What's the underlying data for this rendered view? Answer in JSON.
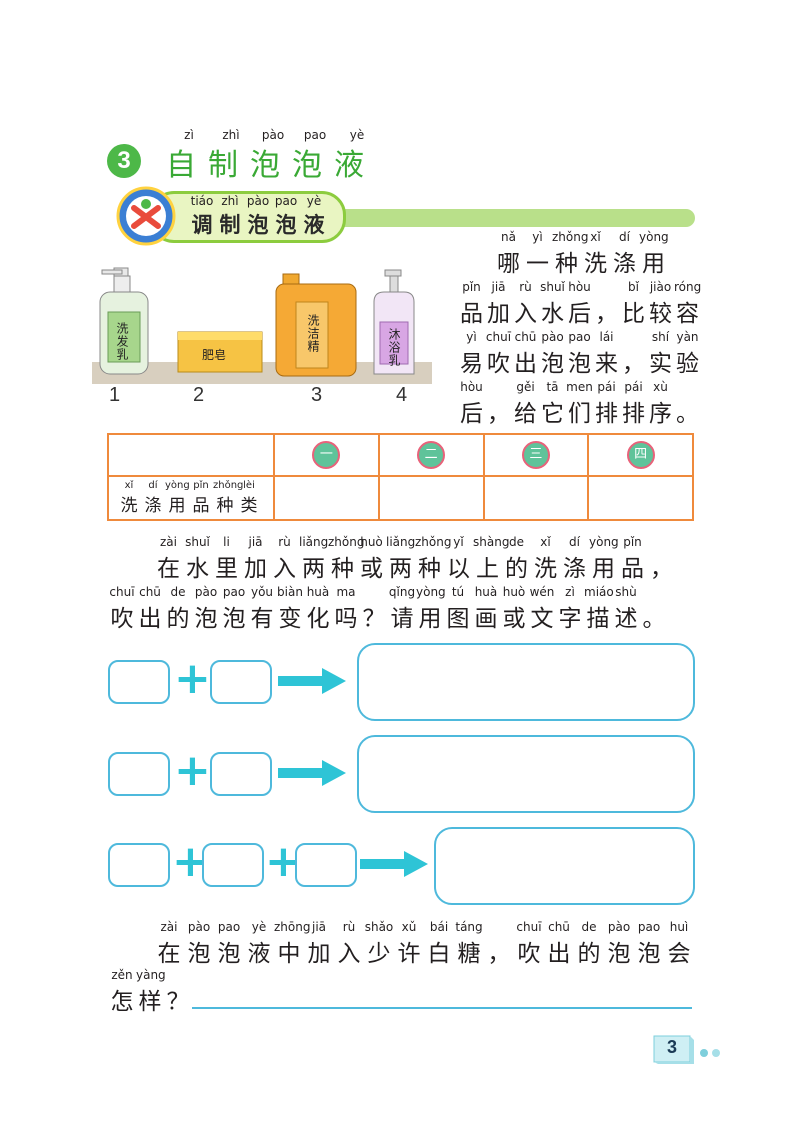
{
  "section": {
    "number": "3",
    "title_pinyin": [
      "zì",
      "zhì",
      "pào",
      "pao",
      "yè"
    ],
    "title_chars": [
      "自",
      "制",
      "泡",
      "泡",
      "液"
    ]
  },
  "activity": {
    "pinyin": [
      "tiáo",
      "zhì",
      "pào",
      "pao",
      "yè"
    ],
    "chars": [
      "调",
      "制",
      "泡",
      "泡",
      "液"
    ]
  },
  "products": [
    {
      "number": "1",
      "label": "洗发乳"
    },
    {
      "number": "2",
      "label": "肥皂"
    },
    {
      "number": "3",
      "label": "洗洁精"
    },
    {
      "number": "4",
      "label": "沐浴乳"
    }
  ],
  "question1": [
    {
      "pinyin": [
        "nǎ",
        "yì",
        "zhǒng",
        "xǐ",
        "dí",
        "yòng"
      ],
      "chars": [
        "哪",
        "一",
        "种",
        "洗",
        "涤",
        "用"
      ]
    },
    {
      "pinyin": [
        "pǐn",
        "jiā",
        "rù",
        "shuǐ",
        "hòu",
        "",
        "bǐ",
        "jiào",
        "róng"
      ],
      "chars": [
        "品",
        "加",
        "入",
        "水",
        "后",
        "，",
        "比",
        "较",
        "容"
      ]
    },
    {
      "pinyin": [
        "yì",
        "chuī",
        "chū",
        "pào",
        "pao",
        "lái",
        "",
        "shí",
        "yàn"
      ],
      "chars": [
        "易",
        "吹",
        "出",
        "泡",
        "泡",
        "来",
        "，",
        "实",
        "验"
      ]
    },
    {
      "pinyin": [
        "hòu",
        "",
        "gěi",
        "tā",
        "men",
        "pái",
        "pái",
        "xù"
      ],
      "chars": [
        "后",
        "，",
        "给",
        "它",
        "们",
        "排",
        "排",
        "序",
        "。"
      ]
    }
  ],
  "ranking_table": {
    "header_ranks": [
      "一",
      "二",
      "三",
      "四"
    ],
    "row_label_pinyin": [
      "xǐ",
      "dí",
      "yòng",
      "pǐn",
      "zhǒng",
      "lèi"
    ],
    "row_label_chars": [
      "洗",
      "涤",
      "用",
      "品",
      "种",
      "类"
    ]
  },
  "question2": [
    {
      "pinyin": [
        "zài",
        "shuǐ",
        "li",
        "jiā",
        "rù",
        "liǎng",
        "zhǒng",
        "huò",
        "liǎng",
        "zhǒng",
        "yǐ",
        "shàng",
        "de",
        "xǐ",
        "dí",
        "yòng",
        "pǐn"
      ],
      "chars": [
        "在",
        "水",
        "里",
        "加",
        "入",
        "两",
        "种",
        "或",
        "两",
        "种",
        "以",
        "上",
        "的",
        "洗",
        "涤",
        "用",
        "品",
        "，"
      ]
    },
    {
      "pinyin": [
        "chuī",
        "chū",
        "de",
        "pào",
        "pao",
        "yǒu",
        "biàn",
        "huà",
        "ma",
        "",
        "qǐng",
        "yòng",
        "tú",
        "huà",
        "huò",
        "wén",
        "zì",
        "miáo",
        "shù"
      ],
      "chars": [
        "吹",
        "出",
        "的",
        "泡",
        "泡",
        "有",
        "变",
        "化",
        "吗",
        "？",
        "请",
        "用",
        "图",
        "画",
        "或",
        "文",
        "字",
        "描",
        "述",
        "。"
      ]
    }
  ],
  "mix_rows": [
    {
      "inputs": 2
    },
    {
      "inputs": 2
    },
    {
      "inputs": 3
    }
  ],
  "question3": [
    {
      "pinyin": [
        "zài",
        "pào",
        "pao",
        "yè",
        "zhōng",
        "jiā",
        "rù",
        "shǎo",
        "xǔ",
        "bái",
        "táng",
        "",
        "chuī",
        "chū",
        "de",
        "pào",
        "pao",
        "huì"
      ],
      "chars": [
        "在",
        "泡",
        "泡",
        "液",
        "中",
        "加",
        "入",
        "少",
        "许",
        "白",
        "糖",
        "，",
        "吹",
        "出",
        "的",
        "泡",
        "泡",
        "会"
      ]
    },
    {
      "pinyin": [
        "zěn",
        "yàng"
      ],
      "chars": [
        "怎",
        "样",
        "？"
      ]
    }
  ],
  "page_number": "3",
  "colors": {
    "accent_green": "#4db848",
    "table_border": "#ef8a3c",
    "rank_badge": "#5fc39a",
    "answer_box": "#4eb9dc",
    "plus_arrow": "#2ec4d6"
  }
}
